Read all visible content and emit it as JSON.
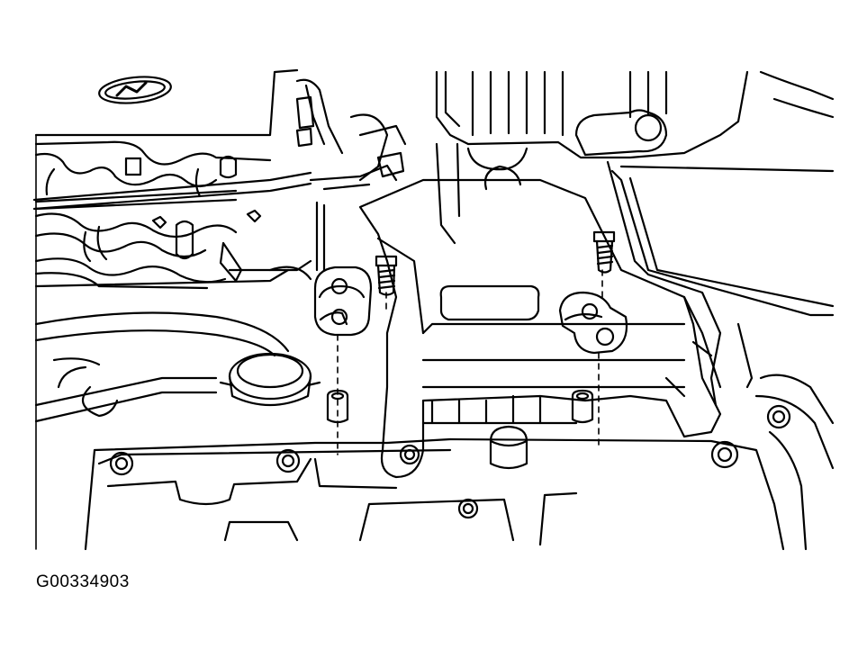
{
  "figure": {
    "code": "G00334903"
  },
  "colors": {
    "line": "#000000",
    "background": "#ffffff"
  },
  "parts": [
    "brand-emblem-logo",
    "engine-cover",
    "radiator-cap",
    "air-cleaner-housing",
    "air-cleaner-cover",
    "mounting-bracket",
    "rubber-grommet",
    "bolt",
    "mounting-stud"
  ]
}
